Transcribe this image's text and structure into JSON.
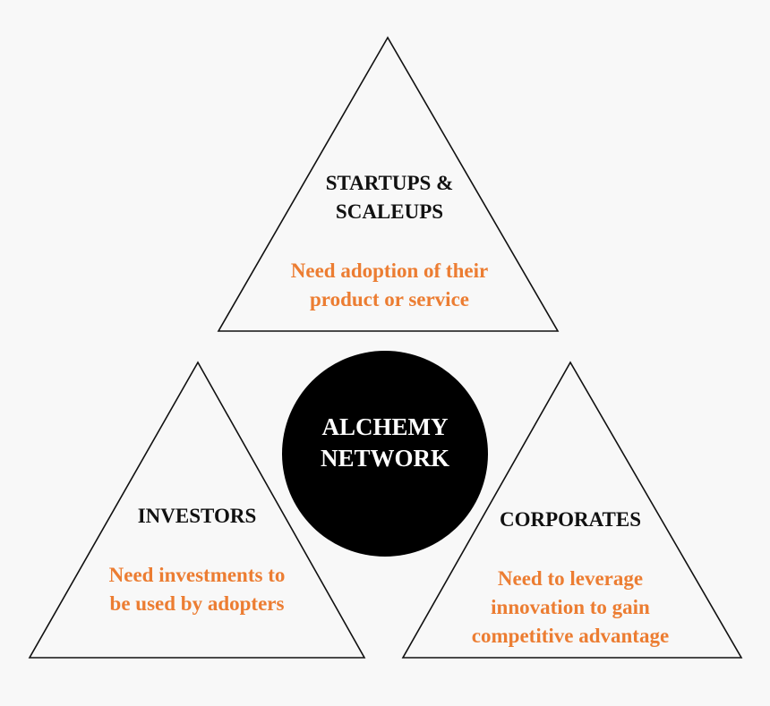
{
  "colors": {
    "background": "#f8f8f8",
    "outline": "#111111",
    "title_text": "#111111",
    "need_text": "#ec7d32",
    "center_fill": "#000000",
    "center_text": "#ffffff"
  },
  "center": {
    "label": "ALCHEMY\nNETWORK"
  },
  "nodes": {
    "startups": {
      "title": "STARTUPS &\nSCALEUPS",
      "need": "Need adoption of their\nproduct or service"
    },
    "investors": {
      "title": "INVESTORS",
      "need": "Need investments to\nbe used by adopters"
    },
    "corporates": {
      "title": "CORPORATES",
      "need": "Need to leverage\ninnovation to gain\ncompetitive advantage"
    }
  }
}
